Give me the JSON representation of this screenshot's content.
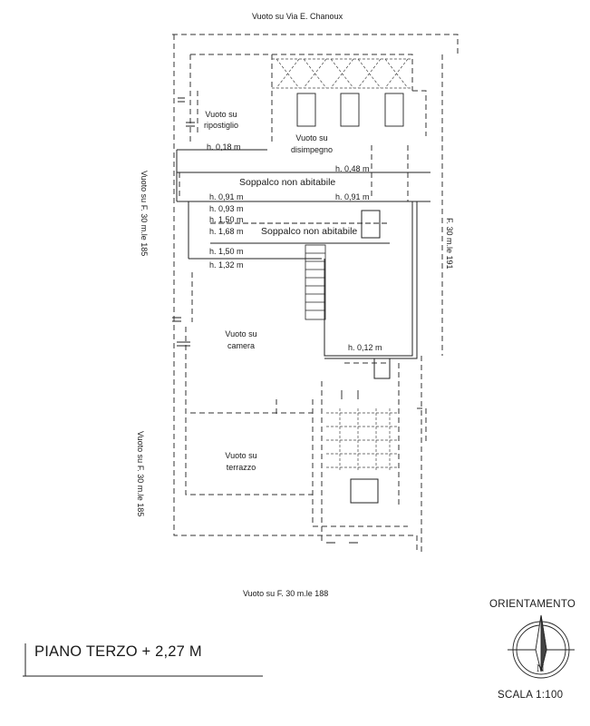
{
  "labels": {
    "top_void": "Vuoto su Via E. Chanoux",
    "bottom_void": "Vuoto su F. 30 m.le 188",
    "left_void_upper": "Vuoto su F. 30 m.le 185",
    "left_void_lower": "Vuoto su F. 30 m.le 185",
    "right_plot": "F. 30 m.le 191",
    "void_storage": "Vuoto su\nripostiglio",
    "void_storage_l1": "Vuoto su",
    "void_storage_l2": "ripostiglio",
    "void_hall_l1": "Vuoto su",
    "void_hall_l2": "disimpegno",
    "mezzanine_1": "Soppalco non abitabile",
    "mezzanine_2": "Soppalco non abitabile",
    "void_room_l1": "Vuoto su",
    "void_room_l2": "camera",
    "void_terrace_l1": "Vuoto su",
    "void_terrace_l2": "terrazzo"
  },
  "heights": {
    "h018": "h. 0,18 m",
    "h048": "h. 0,48 m",
    "h091a": "h. 0,91 m",
    "h091b": "h. 0,91 m",
    "h093": "h. 0,93 m",
    "h150a": "h. 1,50 m",
    "h168": "h. 1,68 m",
    "h150b": "h. 1,50 m",
    "h132": "h. 1,32 m",
    "h012": "h. 0,12 m"
  },
  "title": "PIANO TERZO + 2,27 M",
  "compass": {
    "label": "ORIENTAMENTO",
    "north": "N",
    "scale": "SCALA 1:100",
    "icon": "compass-rose-icon"
  }
}
